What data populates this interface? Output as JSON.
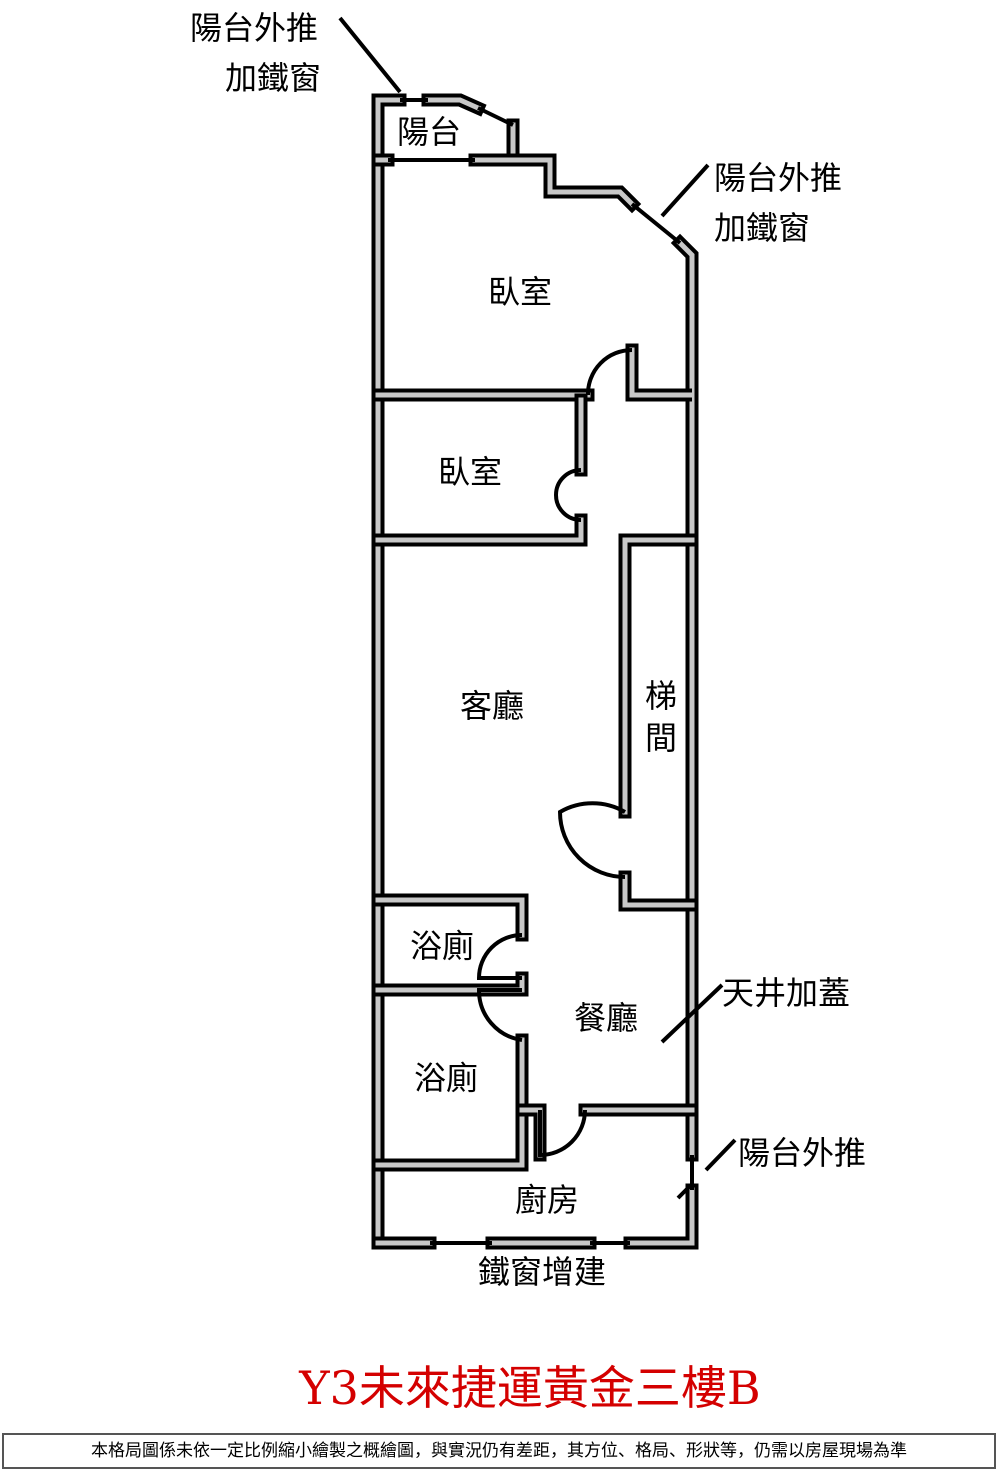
{
  "rooms": {
    "balcony": "陽台",
    "bedroom1": "臥室",
    "bedroom2": "臥室",
    "living": "客廳",
    "stairs_line1": "梯",
    "stairs_line2": "間",
    "bath1": "浴廁",
    "bath2": "浴廁",
    "dining": "餐廳",
    "kitchen": "廚房"
  },
  "annotations": {
    "top_left_line1": "陽台外推",
    "top_left_line2": "加鐵窗",
    "right_line1": "陽台外推",
    "right_line2": "加鐵窗",
    "skylight": "天井加蓋",
    "balcony_right": "陽台外推",
    "bottom": "鐵窗增建"
  },
  "title": "Y3未來捷運黃金三樓B",
  "disclaimer": "本格局圖係未依一定比例縮小繪製之概繪圖，與實況仍有差距，其方位、格局、形狀等，仍需以房屋現場為準",
  "colors": {
    "title": "#d40000",
    "wall_fill": "#c8c8c8"
  }
}
